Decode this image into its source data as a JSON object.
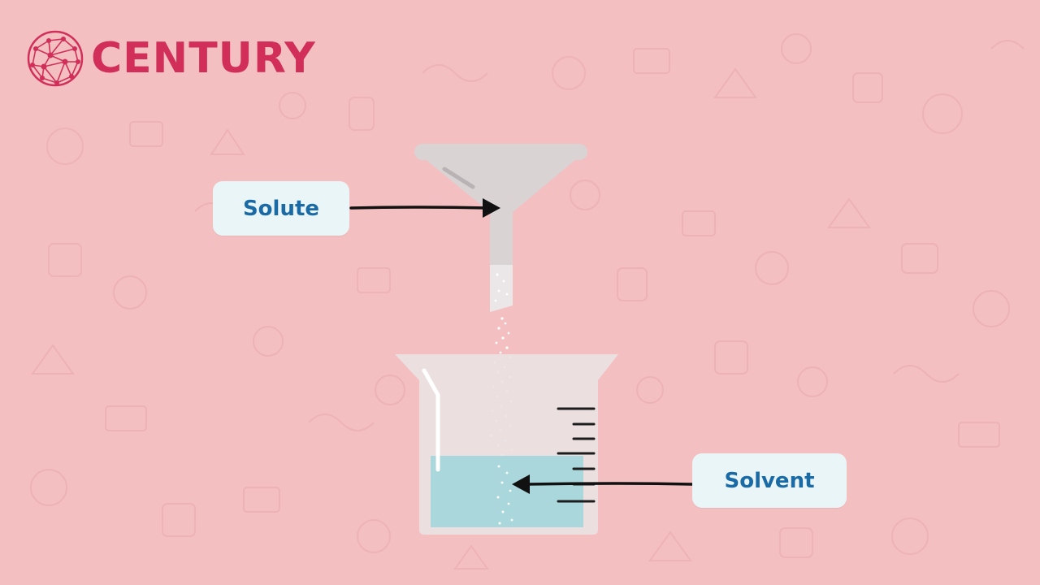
{
  "brand": {
    "name": "CENTURY",
    "color": "#d12f59"
  },
  "labels": {
    "solute": "Solute",
    "solvent": "Solvent"
  },
  "colors": {
    "background": "#f3bfc1",
    "label_text": "#1a6aa6",
    "label_bg": "#eaf5f7",
    "liquid": "#a9d7dc",
    "arrow": "#111111"
  },
  "icons": [
    "network-logo-icon",
    "funnel-icon",
    "beaker-icon",
    "arrow-icon"
  ]
}
